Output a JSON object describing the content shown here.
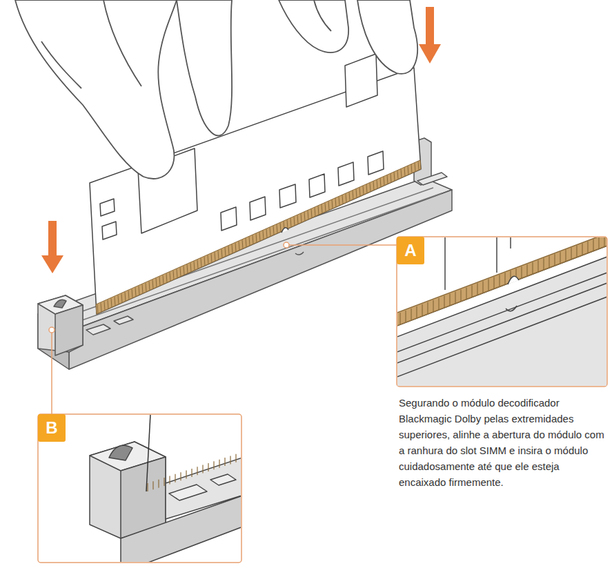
{
  "diagram": {
    "nodes": [
      {
        "text": [
          "A"
        ]
      },
      {
        "text": [
          "B"
        ]
      }
    ],
    "labels": [
      "Segurando o módulo decodificador Blackmagic Dolby pelas extremidades superiores, alinhe a abertura do módulo com a ranhura do slot SIMM e insira o módulo cuidadosamente até que ele esteja encaixado firmemente."
    ]
  }
}
